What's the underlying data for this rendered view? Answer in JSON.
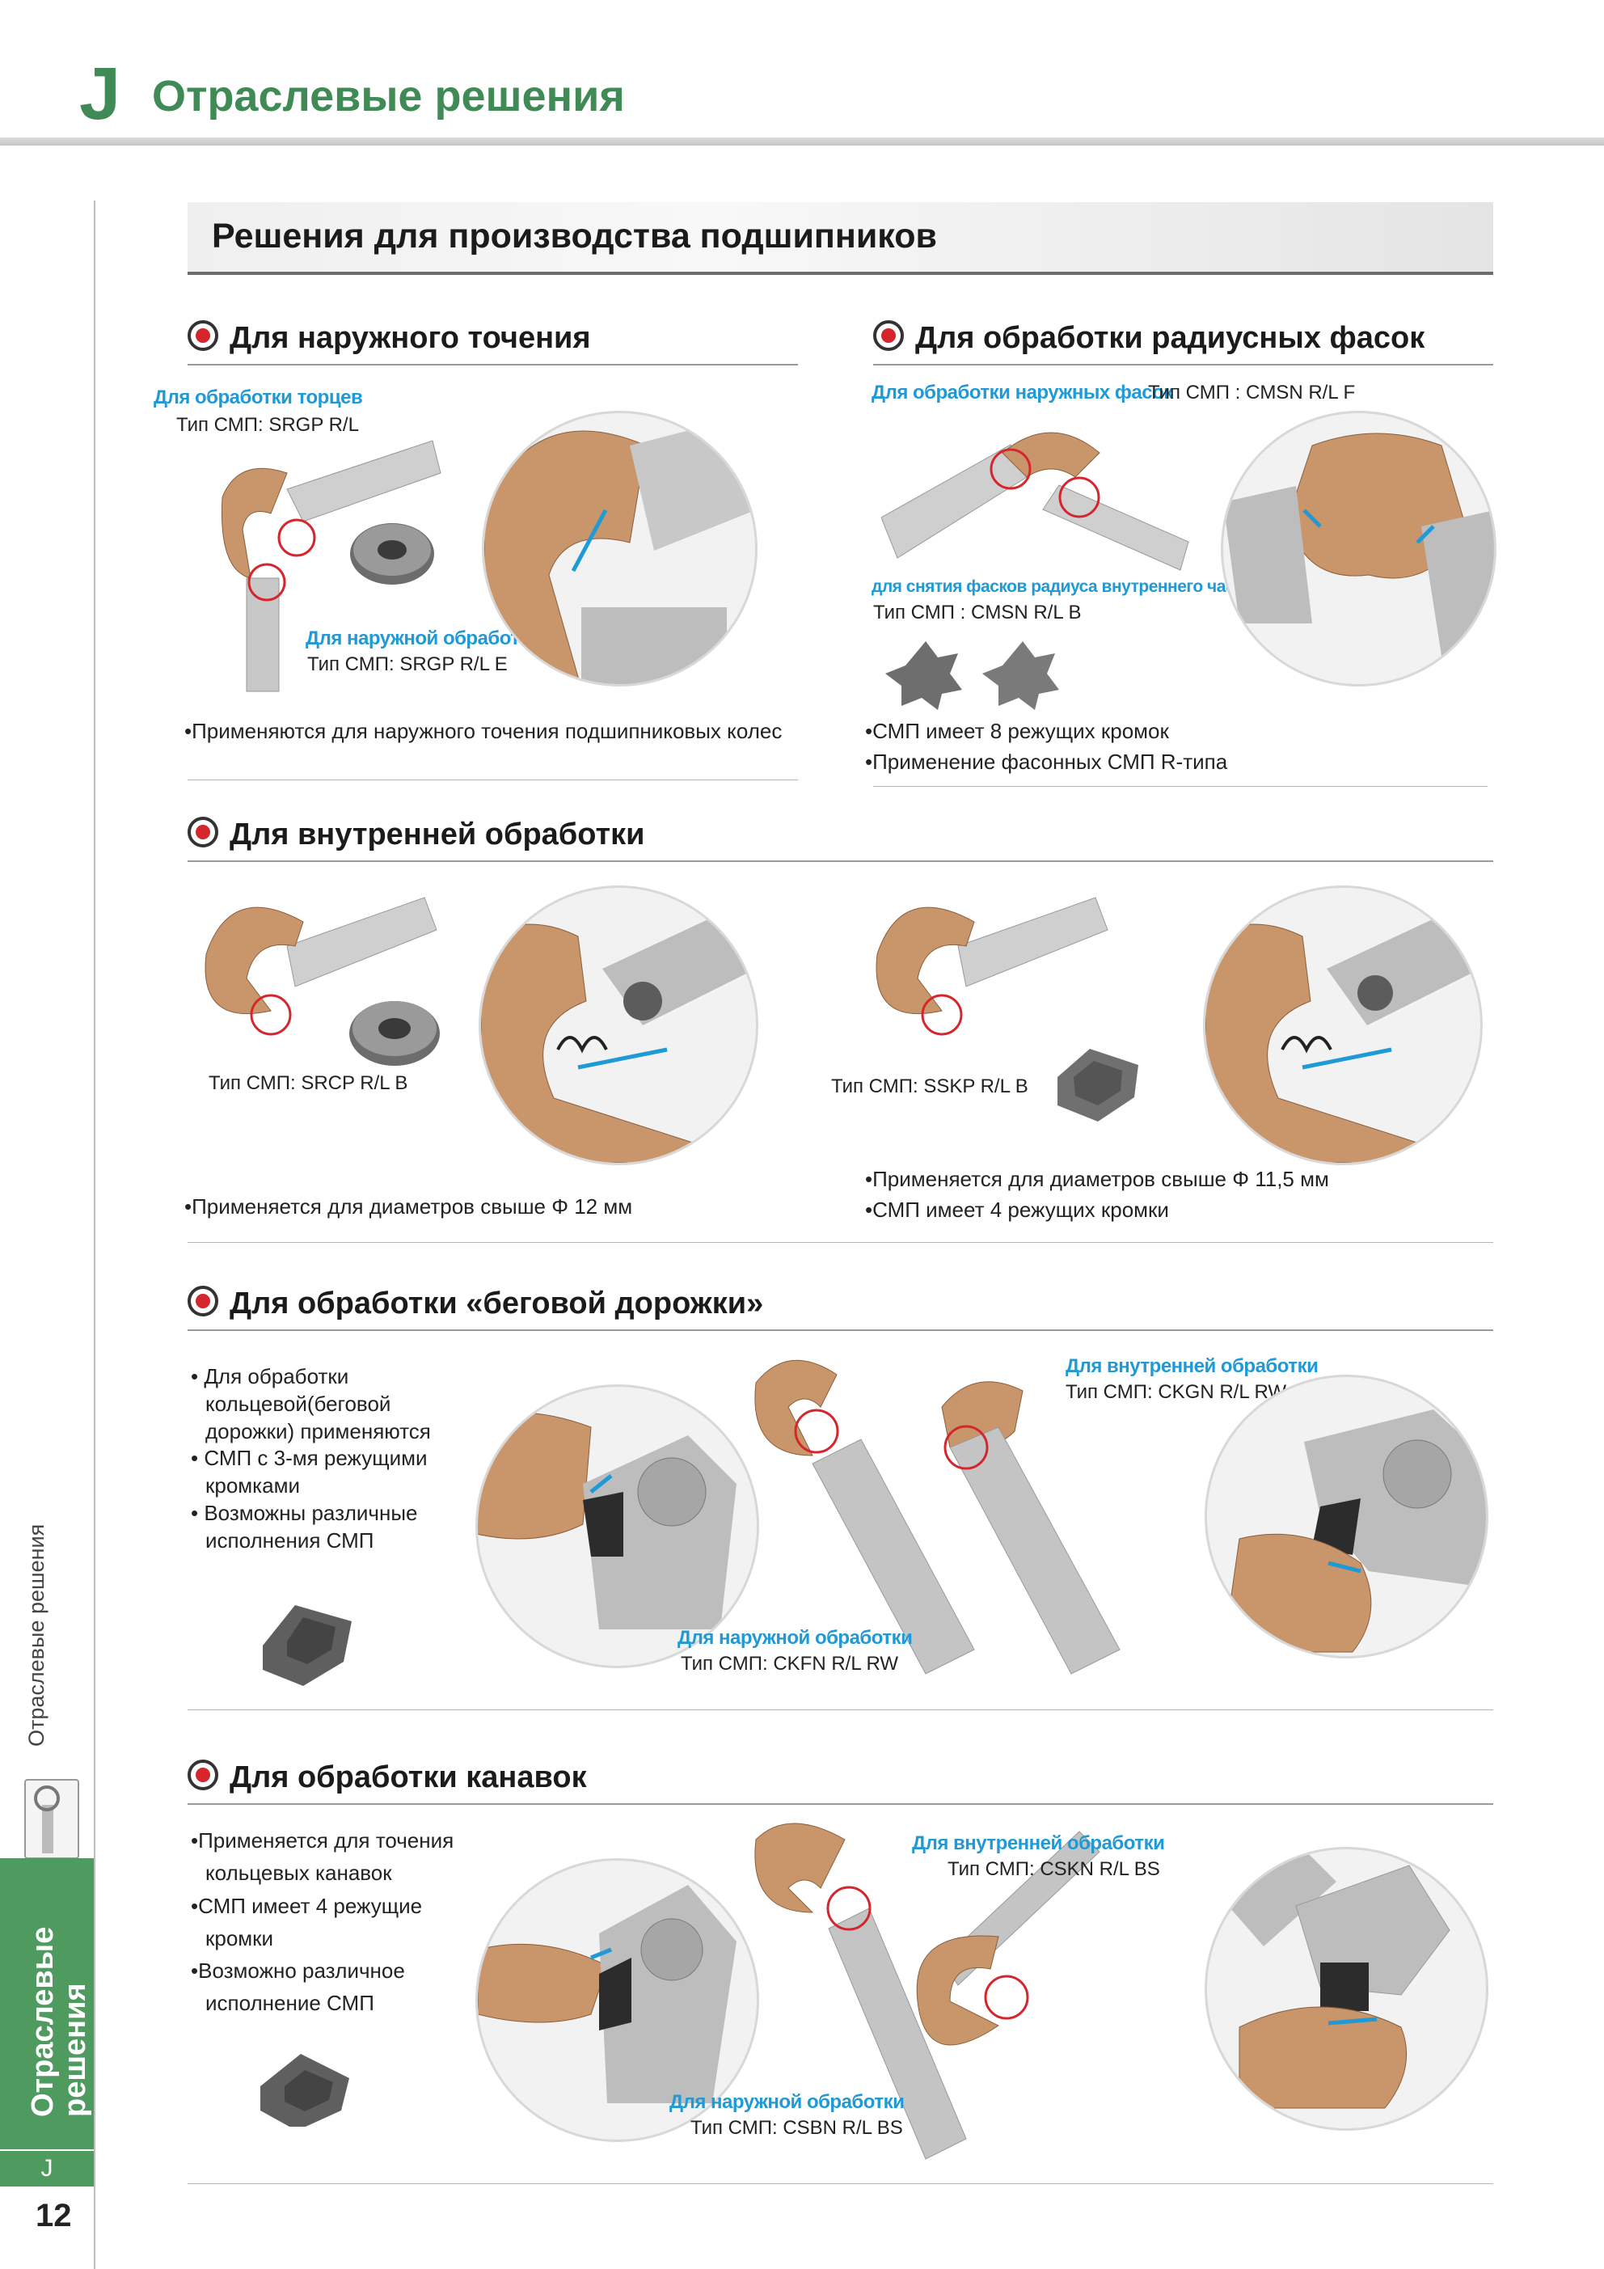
{
  "header": {
    "letter": "J",
    "title": "Отраслевые решения"
  },
  "rail": {
    "vertical_label": "Отраслевые решения",
    "tab_label": "Отраслевые решения",
    "letter": "J",
    "page": "12"
  },
  "section": {
    "title": "Решения для производства подшипников"
  },
  "outer_turning": {
    "heading": "Для наружного точения",
    "face_label": "Для обработки торцев",
    "face_type": "Тип СМП: SRGP R/L",
    "outer_label": "Для наружной обработки",
    "outer_type": "Тип СМП: SRGP R/L E",
    "notes": [
      "Применяются для наружного точения подшипниковых колес"
    ]
  },
  "radius_chamfer": {
    "heading": "Для обработки радиусных фасок",
    "outer_label": "Для обработки наружных фасок",
    "outer_type": "Тип СМП : CMSN R/L F",
    "inner_label": "для снятия фасков радиуса  внутреннего части",
    "inner_type": "Тип СМП : CMSN R/L B",
    "notes": [
      "СМП имеет 8 режущих кромок",
      "Применение фасонных СМП R-типа"
    ]
  },
  "internal": {
    "heading": "Для внутренней обработки",
    "left_type": "Тип СМП: SRCP R/L B",
    "left_notes": [
      "Применяется для диаметров свыше Φ 12 мм"
    ],
    "right_type": "Тип СМП: SSKP R/L B",
    "right_notes": [
      "Применяется для диаметров свыше Φ 11,5 мм",
      "СМП имеет 4 режущих кромки"
    ]
  },
  "raceway": {
    "heading": "Для обработки «беговой дорожки»",
    "notes": [
      "Для обработки кольцевой(беговой дорожки) применяются",
      "СМП с 3-мя режущими кромками",
      "Возможны различные исполнения СМП"
    ],
    "inner_label": "Для внутренней обработки",
    "inner_type": "Тип СМП: CKGN R/L RW",
    "outer_label": "Для наружной обработки",
    "outer_type": "Тип СМП: CKFN R/L RW"
  },
  "grooves": {
    "heading": "Для обработки канавок",
    "notes": [
      "Применяется для точения кольцевых канавок",
      "СМП имеет 4 режущие кромки",
      "Возможно различное исполнение СМП"
    ],
    "inner_label": "Для внутренней обработки",
    "inner_type": "Тип СМП: CSKN R/L BS",
    "outer_label": "Для наружной обработки",
    "outer_type": "Тип СМП: CSBN R/L BS"
  },
  "colors": {
    "accent_green": "#3f8a55",
    "rail_green": "#4e9a5f",
    "label_blue": "#1f9ad6",
    "marker_red": "#d4262c",
    "bronze": "#c9956b",
    "steel": "#bfbfbf"
  }
}
